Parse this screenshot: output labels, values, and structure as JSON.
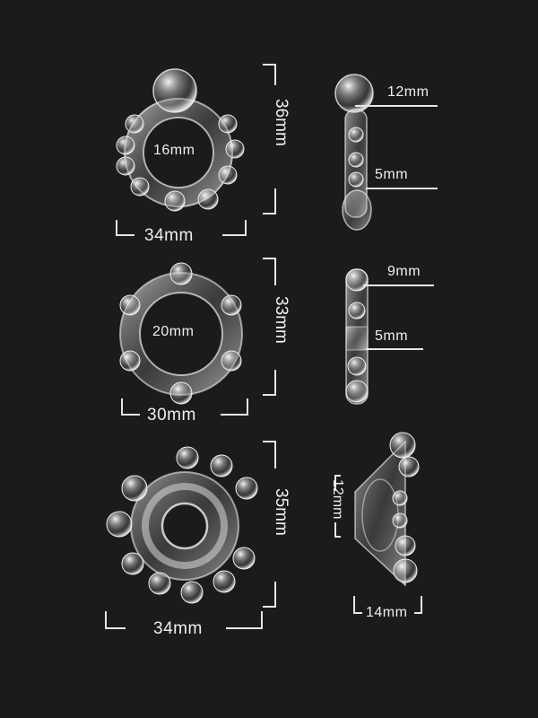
{
  "rings": [
    {
      "inner_label": "16mm",
      "height_label": "36mm",
      "width_label": "34mm",
      "side_top_label": "12mm",
      "side_mid_label": "5mm"
    },
    {
      "inner_label": "20mm",
      "height_label": "33mm",
      "width_label": "30mm",
      "side_top_label": "9mm",
      "side_mid_label": "5mm"
    },
    {
      "height_label": "35mm",
      "width_label": "34mm",
      "side_height_label": "12mm",
      "side_width_label": "14mm"
    }
  ],
  "colors": {
    "background": "#1b1b1c",
    "dimension_line": "#e6e6e6",
    "product": "#d8d8d8"
  }
}
